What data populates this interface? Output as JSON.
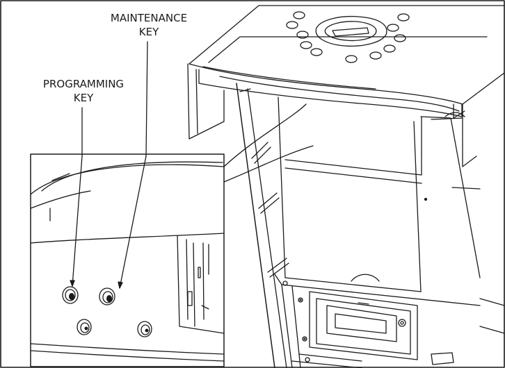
{
  "labels": {
    "maintenance": [
      "MAINTENANCE",
      "KEY"
    ],
    "programming": [
      "PROGRAMMING",
      "KEY"
    ]
  },
  "colors": {
    "stroke": "#1a1a1a",
    "background": "#ffffff"
  }
}
